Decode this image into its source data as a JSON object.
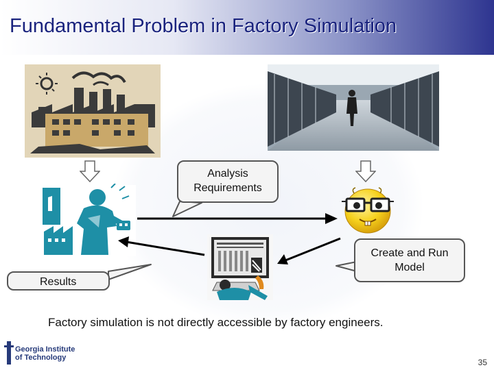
{
  "slide": {
    "title": "Fundamental Problem in Factory Simulation",
    "callout_analysis": "Analysis Requirements",
    "callout_create": "Create and Run Model",
    "callout_results": "Results",
    "caption": "Factory simulation is not directly accessible by factory engineers.",
    "logo_line1": "Georgia Institute",
    "logo_line2": "of Technology",
    "page_number": "35"
  },
  "colors": {
    "title_text": "#1a237e",
    "title_gradient_end": "#2e3590",
    "clipart_teal": "#1e8fa6",
    "factory_tan": "#c9a86a",
    "smiley_yellow": "#f6d21e"
  },
  "icons": [
    "factory-clipart",
    "server-room-photo",
    "worker-clipart",
    "engineer-smiley",
    "computer-user-clipart",
    "university-logo"
  ]
}
